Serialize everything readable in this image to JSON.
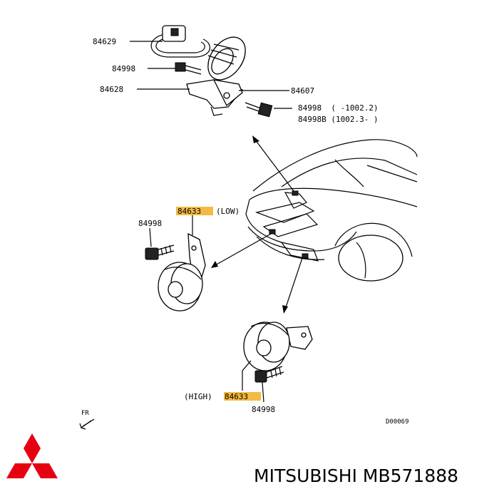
{
  "labels": {
    "p84629": "84629",
    "p84998_top": "84998",
    "p84628": "84628",
    "p84607": "84607",
    "p84998_note": "84998  ( -1002.2)",
    "p84998b_note": "84998B (1002.3- )",
    "p84633_low": "84633",
    "low_tag": "(LOW)",
    "p84998_low": "84998",
    "high_tag": "(HIGH)",
    "p84633_high": "84633",
    "p84998_high": "84998",
    "fr": "FR",
    "code": "D00069"
  },
  "brand": {
    "part_title": "MITSUBISHI MB571888",
    "logo_color": "#e60012"
  },
  "highlight_color": "#f5b942"
}
